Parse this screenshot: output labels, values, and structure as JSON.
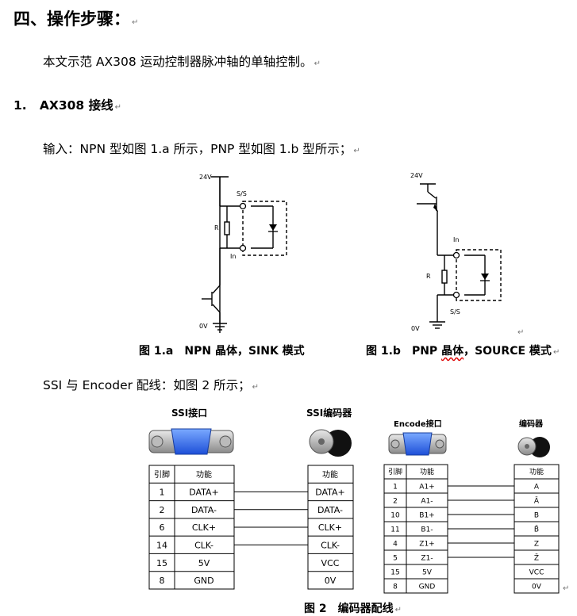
{
  "heading": "四、操作步骤：",
  "intro": "本文示范 AX308 运动控制器脉冲轴的单轴控制。",
  "section1": {
    "num": "1.",
    "title": "AX308 接线"
  },
  "input_line": "输入：NPN 型如图 1.a 所示，PNP 型如图 1.b 型所示；",
  "fig1a": {
    "v24": "24V",
    "ss": "S/S",
    "r": "R",
    "in": "In",
    "v0": "0V",
    "caption": "图 1.a　NPN 晶体，SINK 模式"
  },
  "fig1b": {
    "v24": "24V",
    "in": "In",
    "r": "R",
    "ss": "S/S",
    "v0": "0V",
    "caption_pre": "图 1.b　PNP ",
    "caption_squig": "晶体",
    "caption_post": "，SOURCE 模式"
  },
  "ssi_line": "SSI 与 Encoder 配线：如图 2 所示；",
  "ssi": {
    "left_title": "SSI接口",
    "right_title": "SSI编码器",
    "headers": [
      "引脚",
      "功能"
    ],
    "right_header": "功能",
    "rows": [
      {
        "pin": "1",
        "func": "DATA+",
        "enc": "DATA+"
      },
      {
        "pin": "2",
        "func": "DATA-",
        "enc": "DATA-"
      },
      {
        "pin": "6",
        "func": "CLK+",
        "enc": "CLK+"
      },
      {
        "pin": "14",
        "func": "CLK-",
        "enc": "CLK-"
      },
      {
        "pin": "15",
        "func": "5V",
        "enc": "VCC"
      },
      {
        "pin": "8",
        "func": "GND",
        "enc": "0V"
      }
    ]
  },
  "enc": {
    "left_title": "Encode接口",
    "right_title": "编码器",
    "headers": [
      "引脚",
      "功能"
    ],
    "right_header": "功能",
    "rows": [
      {
        "pin": "1",
        "func": "A1+",
        "enc": "A"
      },
      {
        "pin": "2",
        "func": "A1-",
        "enc": "Ā"
      },
      {
        "pin": "10",
        "func": "B1+",
        "enc": "B"
      },
      {
        "pin": "11",
        "func": "B1-",
        "enc": "B̄"
      },
      {
        "pin": "4",
        "func": "Z1+",
        "enc": "Z"
      },
      {
        "pin": "5",
        "func": "Z1-",
        "enc": "Z̄"
      },
      {
        "pin": "15",
        "func": "5V",
        "enc": "VCC"
      },
      {
        "pin": "8",
        "func": "GND",
        "enc": "0V"
      }
    ]
  },
  "fig2_caption": "图 2　编码器配线",
  "para_mark": "↵"
}
